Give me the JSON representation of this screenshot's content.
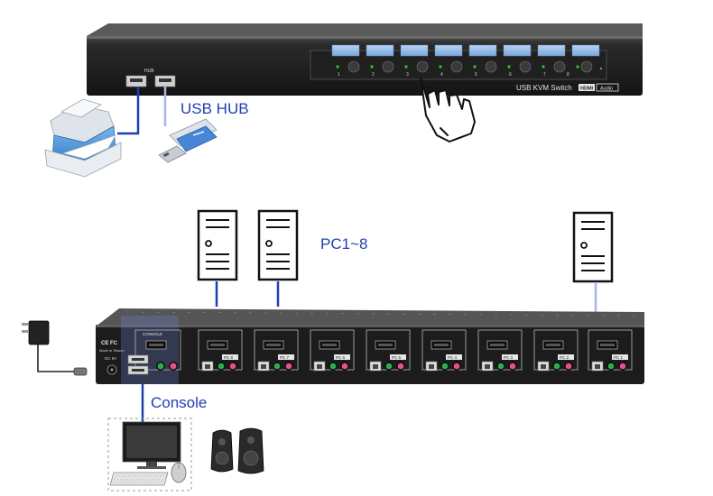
{
  "front_panel": {
    "hub_label": "HUB",
    "model_label": "USB KVM Switch",
    "badge_hdmi": "HDMI",
    "badge_audio": "Audio",
    "button_numbers": [
      "1",
      "2",
      "3",
      "4",
      "5",
      "6",
      "7",
      "8"
    ]
  },
  "callouts": {
    "usb_hub": "USB HUB",
    "pcs": "PC1~8",
    "console": "Console"
  },
  "rear_panel": {
    "dc_label": "DC 9V",
    "made_in": "Made in Taiwan",
    "console_label": "CONSOLE",
    "port_labels": [
      "PC 8",
      "PC 7",
      "PC 6",
      "PC 5",
      "PC 4",
      "PC 3",
      "PC 2",
      "PC 1"
    ]
  },
  "colors": {
    "accent_blue": "#1f3fb0",
    "led_green": "#3cbc3c",
    "button_blue": "#8fb8e8",
    "port_green": "#2eae4a",
    "port_pink": "#e8508a",
    "chassis": "#1a1a1a"
  },
  "icons": [
    "printer-icon",
    "usb-stick-icon",
    "hand-pointer-icon",
    "pc-tower-icon",
    "power-adapter-icon",
    "monitor-icon",
    "keyboard-icon",
    "mouse-icon",
    "speakers-icon"
  ]
}
